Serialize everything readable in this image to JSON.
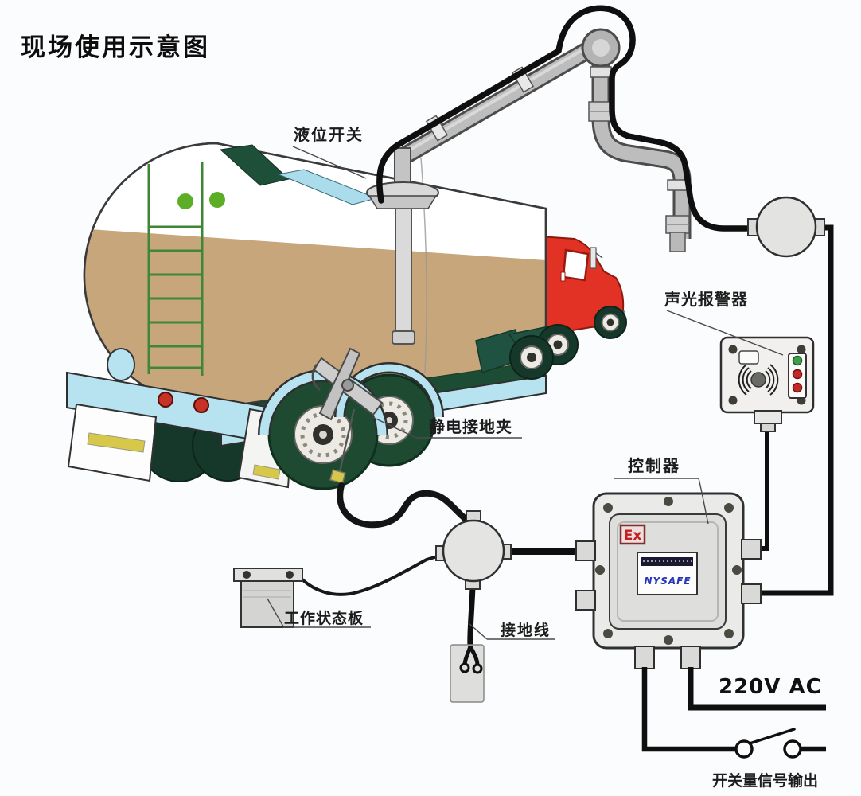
{
  "title": "现场使用示意图",
  "callouts": {
    "level_switch": "液位开关",
    "alarm": "声光报警器",
    "static_ground_clamp": "静电接地夹",
    "controller": "控制器",
    "status_board": "工作状态板",
    "ground_wire": "接地线"
  },
  "electrical": {
    "power_label": "220V AC",
    "switch_output_label": "开关量信号输出"
  },
  "controller_box": {
    "ex_mark": "Ex",
    "display_text": "NYSAFE"
  },
  "alarm_device": {
    "led_colors": [
      "#3f9e4a",
      "#c22a28",
      "#c22a28"
    ]
  },
  "colors": {
    "liquid": "#c8a67c",
    "cab_red": "#e23125",
    "chassis_blue": "#b7e3f0",
    "tire_green": "#1d4a31",
    "ladder_green": "#3f8636",
    "pipe_gray": "#bdbdbd",
    "cable_black": "#111111"
  }
}
